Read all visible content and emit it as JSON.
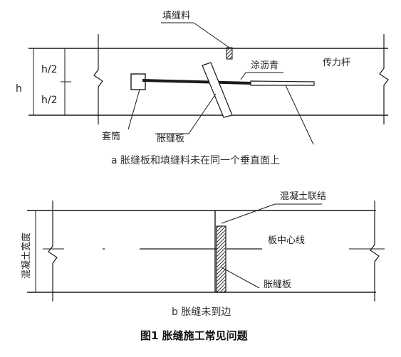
{
  "diagram_a": {
    "label_filler": "填缝料",
    "label_asphalt": "涂沥青",
    "label_dowel": "传力杆",
    "label_half_top": "h/2",
    "label_half_bottom": "h/2",
    "label_h": "h",
    "label_sleeve": "套筒",
    "label_board": "胀缝板",
    "caption": "a  胀缝板和填缝料未在同一个垂直面上"
  },
  "diagram_b": {
    "label_connection": "混凝土联结",
    "label_centerline": "板中心线",
    "label_width": "混凝土宽度",
    "label_board": "胀缝板",
    "caption": "b  胀缝未到边"
  },
  "figure_title": "图1   胀缝施工常见问题"
}
